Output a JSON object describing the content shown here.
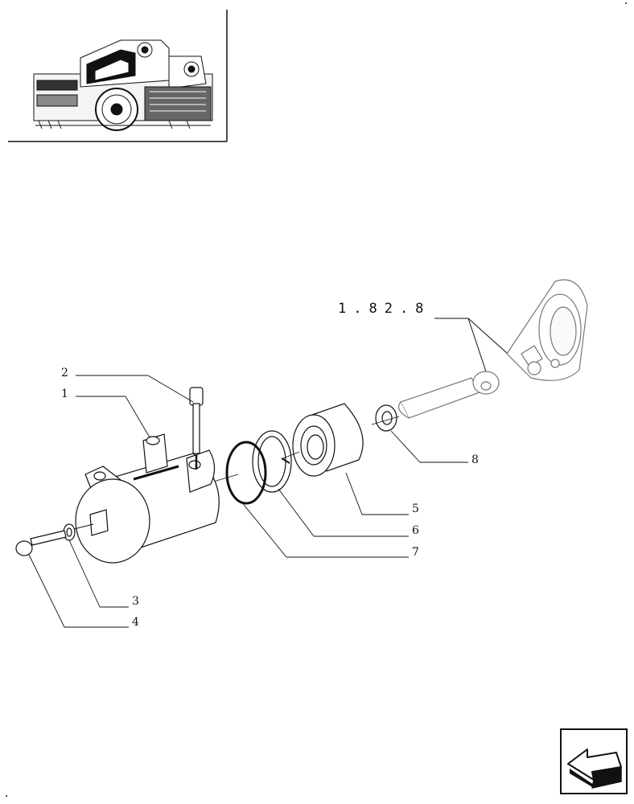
{
  "diagram": {
    "reference": "1.82.8",
    "callouts": [
      {
        "id": "1",
        "label": "1"
      },
      {
        "id": "2",
        "label": "2"
      },
      {
        "id": "3",
        "label": "3"
      },
      {
        "id": "4",
        "label": "4"
      },
      {
        "id": "5",
        "label": "5"
      },
      {
        "id": "6",
        "label": "6"
      },
      {
        "id": "7",
        "label": "7"
      },
      {
        "id": "8",
        "label": "8"
      }
    ]
  },
  "navigation": {
    "icon": "arrow-back-icon"
  }
}
